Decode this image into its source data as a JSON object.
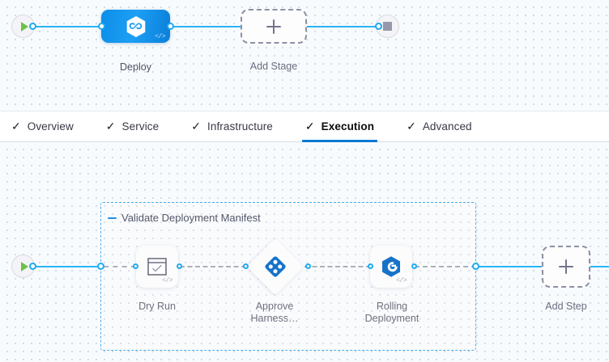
{
  "stage_canvas": {
    "start_node": {
      "name": "start-node",
      "icon": "play-icon"
    },
    "end_node": {
      "name": "end-node",
      "icon": "stop-icon"
    },
    "stages": [
      {
        "label": "Deploy",
        "icon": "harness-hexagon-icon",
        "badge": "</>",
        "type": "deploy-stage"
      }
    ],
    "add_stage": {
      "label": "Add Stage",
      "icon": "plus-icon"
    }
  },
  "tabs": {
    "items": [
      {
        "label": "Overview",
        "icon": "check-icon",
        "active": false
      },
      {
        "label": "Service",
        "icon": "check-icon",
        "active": false
      },
      {
        "label": "Infrastructure",
        "icon": "check-icon",
        "active": false
      },
      {
        "label": "Execution",
        "icon": "check-icon",
        "active": true
      },
      {
        "label": "Advanced",
        "icon": "check-icon",
        "active": false
      }
    ],
    "active_underline_color": "#0278d5"
  },
  "execution_canvas": {
    "start_node": {
      "name": "start-node",
      "icon": "play-icon"
    },
    "step_group": {
      "title": "Validate Deployment Manifest",
      "collapse_icon": "minus-icon",
      "border_color": "#4aaef0"
    },
    "steps": [
      {
        "label": "Dry Run",
        "icon": "dry-run-checkbox-icon",
        "badge": "</>",
        "shape": "rounded-square"
      },
      {
        "label": "Approve Harness…",
        "icon": "harness-approval-diamond-icon",
        "badge": "",
        "shape": "diamond"
      },
      {
        "label": "Rolling Deployment",
        "icon": "rolling-deployment-hexagon-icon",
        "badge": "</>",
        "shape": "rounded-square"
      }
    ],
    "add_step": {
      "label": "Add Step",
      "icon": "plus-icon"
    }
  },
  "colors": {
    "link": "#29b5f6",
    "dashed_link": "#9aa0ab",
    "stage_blue": "#1d9ff5",
    "step_icon_blue": "#1673c8",
    "play_green": "#6cc24a",
    "canvas_bg": "#f8fbfd"
  }
}
